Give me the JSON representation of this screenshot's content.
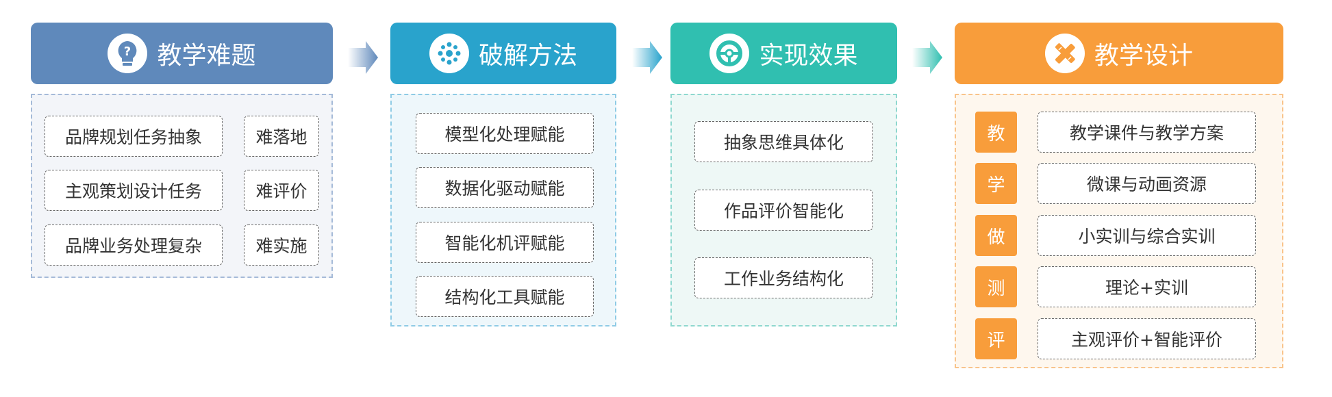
{
  "colors": {
    "problem": "#5f89bb",
    "method": "#29a3cc",
    "effect": "#30bfb0",
    "design": "#f89d3b"
  },
  "problems": {
    "title": "教学难题",
    "icon": "lightbulb-question-icon",
    "rows": [
      {
        "task": "品牌规划任务抽象",
        "difficulty": "难落地"
      },
      {
        "task": "主观策划设计任务",
        "difficulty": "难评价"
      },
      {
        "task": "品牌业务处理复杂",
        "difficulty": "难实施"
      }
    ]
  },
  "methods": {
    "title": "破解方法",
    "icon": "network-icon",
    "items": [
      "模型化处理赋能",
      "数据化驱动赋能",
      "智能化机评赋能",
      "结构化工具赋能"
    ]
  },
  "effects": {
    "title": "实现效果",
    "icon": "target-icon",
    "items": [
      "抽象思维具体化",
      "作品评价智能化",
      "工作业务结构化"
    ]
  },
  "design": {
    "title": "教学设计",
    "icon": "pencil-ruler-icon",
    "rows": [
      {
        "label": "教",
        "text": "教学课件与教学方案"
      },
      {
        "label": "学",
        "text": "微课与动画资源"
      },
      {
        "label": "做",
        "text": "小实训与综合实训"
      },
      {
        "label": "测",
        "text": "理论+实训"
      },
      {
        "label": "评",
        "text": "主观评价+智能评价"
      }
    ]
  }
}
